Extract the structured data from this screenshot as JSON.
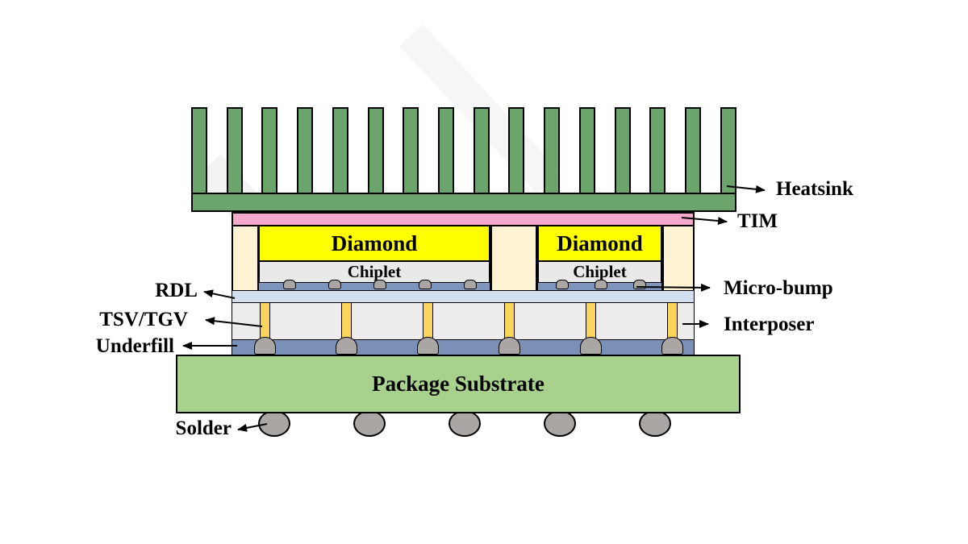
{
  "diagram": {
    "subject": "2.5D chiplet package cross-section with diamond heat spreaders"
  },
  "labels": {
    "heatsink": "Heatsink",
    "tim": "TIM",
    "micro_bump": "Micro-bump",
    "interposer": "Interposer",
    "rdl": "RDL",
    "tsv_tgv": "TSV/TGV",
    "underfill": "Underfill",
    "solder": "Solder",
    "package_substrate": "Package Substrate"
  },
  "colors": {
    "heatsink_green": "#6ba56b",
    "tim_pink": "#f4a9cb",
    "mold_cream": "#fdf2d2",
    "diamond_yellow": "#ffff00",
    "chiplet_gray": "#e9e9e9",
    "microbump_layer_blue": "#7e95be",
    "bump_gray": "#aaa6a3",
    "rdl_blue": "#d3def1",
    "interposer_gray": "#ececec",
    "tsv_yellow": "#fbd45c",
    "underfill_blue": "#7b90b6",
    "substrate_green": "#a9d18e",
    "solder_gray": "#aaa6a3",
    "outline_black": "#000000"
  },
  "structure": {
    "heatsink_fin_count": 16,
    "die_stacks": [
      {
        "diamond_label": "Diamond",
        "chiplet_label": "Chiplet",
        "microbump_count": 5
      },
      {
        "diamond_label": "Diamond",
        "chiplet_label": "Chiplet",
        "microbump_count": 3
      }
    ],
    "tsv_count": 6,
    "c4_bump_count": 6,
    "solder_ball_count": 5
  }
}
